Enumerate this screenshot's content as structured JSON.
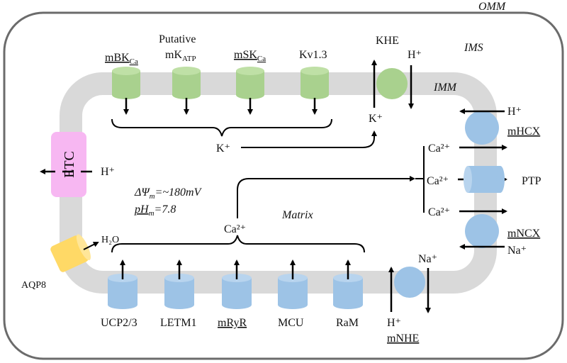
{
  "compartments": {
    "omm": "OMM",
    "ims": "IMS",
    "imm": "IMM",
    "matrix": "Matrix"
  },
  "channels_top": [
    {
      "label_main": "mBK",
      "label_sub": "Ca",
      "label_pre": ""
    },
    {
      "label_main": "mK",
      "label_sub": "ATP",
      "label_pre": "Putative"
    },
    {
      "label_main": "mSK",
      "label_sub": "Ca",
      "label_pre": ""
    },
    {
      "label_main": "Kv1.3",
      "label_sub": "",
      "label_pre": ""
    }
  ],
  "khe": {
    "label": "KHE",
    "ion_out": "H⁺",
    "ion_in": "K⁺"
  },
  "k_collected": "K⁺",
  "etc": {
    "label": "ETC",
    "ion": "H⁺"
  },
  "aqp8": {
    "label": "AQP8",
    "water": "H₂O"
  },
  "membrane_potential": {
    "psi_label": "ΔΨ",
    "psi_sub": "m",
    "psi_value": "=~180mV",
    "ph_label": "pH",
    "ph_sub": "m",
    "ph_value": "=7.8"
  },
  "calcium_collected": "Ca²⁺",
  "channels_bottom": [
    "UCP2/3",
    "LETM1",
    "mRyR",
    "MCU",
    "RaM"
  ],
  "mnhe": {
    "label": "mNHE",
    "ion_in": "Na⁺",
    "ion_out": "H⁺"
  },
  "right_side": {
    "mhcx": {
      "label": "mHCX",
      "ion": "H⁺"
    },
    "ptp": {
      "label": "PTP"
    },
    "mncx": {
      "label": "mNCX",
      "ion": "Na⁺"
    },
    "ca_exits": [
      "Ca²⁺",
      "Ca²⁺",
      "Ca²⁺"
    ]
  },
  "colors": {
    "membrane": "#d9d9d9",
    "green_channel": "#a9d18e",
    "blue_channel": "#9dc3e6",
    "etc": "#f7b7f2",
    "aqp8": "#ffd966",
    "outline": "#6b6b6b"
  }
}
